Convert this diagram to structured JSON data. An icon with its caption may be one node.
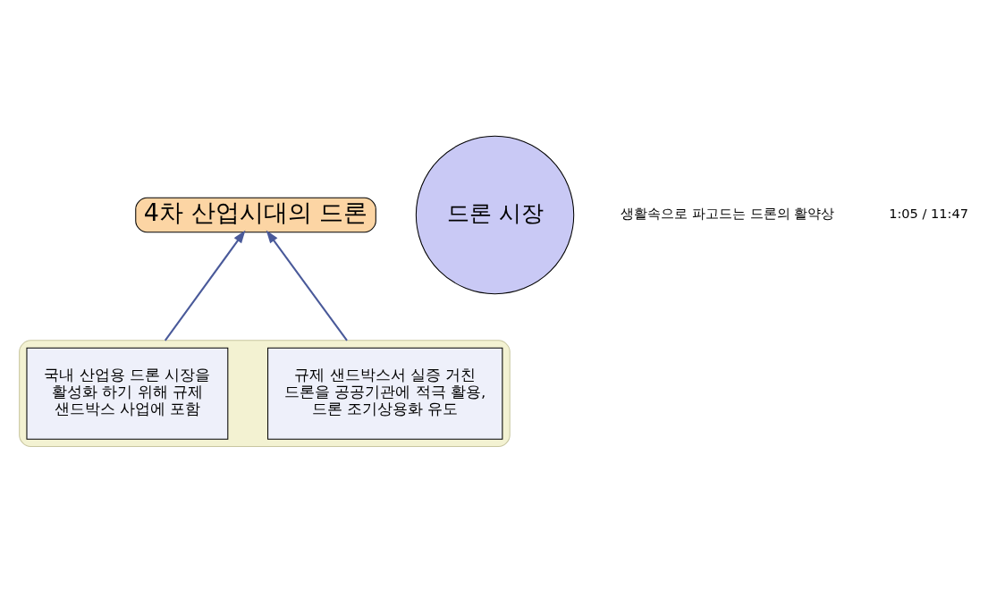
{
  "diagram": {
    "nodes": [
      {
        "text": [
          "4차 산업시대의 드론"
        ]
      },
      {
        "text": [],
        "shape": "box"
      },
      {
        "text": [
          "국내 산업용 드론 시장을 활성화 하기 위해 규제 샌드박스 사업에 포함"
        ],
        "in": 1
      },
      {
        "text": [
          "규제 샌드박스서 실증 거친 드론을 공공기관에 적극 활용, 드론 조기상용화 유도"
        ],
        "in": 1
      },
      {
        "text": [
          "드론 시장"
        ]
      }
    ],
    "edges": [
      {
        "from": 1,
        "to": 0,
        "arrow": "to"
      },
      {
        "from": 1,
        "to": 0,
        "arrow": "to"
      }
    ],
    "labels": [
      "생활속으로 파고드는 드론의 활약상",
      "1:05 / 11:47"
    ]
  }
}
